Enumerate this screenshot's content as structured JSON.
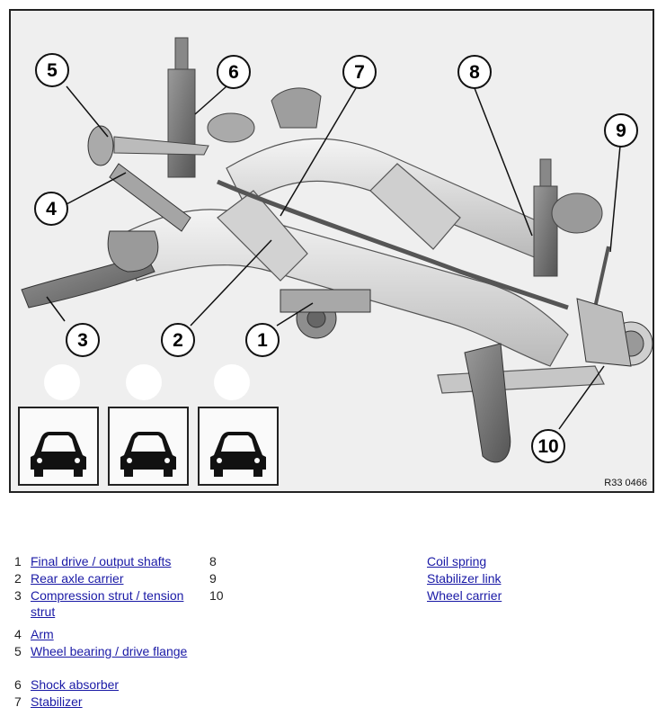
{
  "figure": {
    "reference_code": "R33 0466",
    "callouts": [
      "1",
      "2",
      "3",
      "4",
      "5",
      "6",
      "7",
      "8",
      "9",
      "10"
    ]
  },
  "legend": {
    "left": [
      {
        "num": "1",
        "label": "Final drive / output shafts"
      },
      {
        "num": "2",
        "label": "Rear axle carrier"
      },
      {
        "num": "3",
        "label": "Compression strut / tension strut"
      },
      {
        "num": "4",
        "label": "Arm"
      },
      {
        "num": "5",
        "label": "Wheel bearing / drive flange"
      },
      {
        "num": "6",
        "label": "Shock absorber"
      },
      {
        "num": "7",
        "label": "Stabilizer"
      }
    ],
    "right_numbers": [
      "8",
      "9",
      "10"
    ],
    "right_labels": [
      "Coil spring",
      "Stabilizer link",
      "Wheel carrier"
    ]
  },
  "colors": {
    "link": "#1a1aa6",
    "frame": "#222222",
    "figure_bg": "#efefef"
  }
}
